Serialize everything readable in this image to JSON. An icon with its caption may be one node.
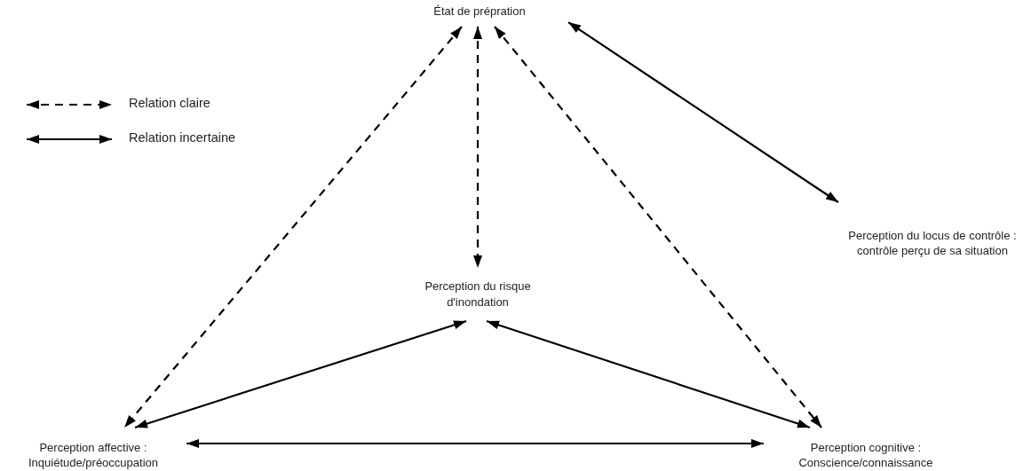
{
  "diagram": {
    "nodes": [
      {
        "text": [
          "État de prépration"
        ]
      },
      {
        "text": [
          "Perception du locus de contrôle : contrôle perçu de sa situation"
        ]
      },
      {
        "text": [
          "Perception du risque d'inondation"
        ]
      },
      {
        "text": [
          "Perception affective : Inquiétude/préoccupation"
        ]
      },
      {
        "text": [
          "Perception cognitive : Conscience/connaissance"
        ]
      }
    ],
    "edges": [
      {
        "from": 0,
        "to": 3,
        "arrow": "both",
        "style": "dashed"
      },
      {
        "from": 0,
        "to": 2,
        "arrow": "both",
        "style": "dashed"
      },
      {
        "from": 0,
        "to": 4,
        "arrow": "both",
        "style": "dashed"
      },
      {
        "from": 0,
        "to": 1,
        "arrow": "both"
      },
      {
        "from": 2,
        "to": 3,
        "arrow": "both"
      },
      {
        "from": 2,
        "to": 4,
        "arrow": "both"
      },
      {
        "from": 3,
        "to": 4,
        "arrow": "both"
      }
    ],
    "legend": [
      {
        "text": "Relation claire"
      },
      {
        "text": "Relation incertaine"
      }
    ]
  }
}
